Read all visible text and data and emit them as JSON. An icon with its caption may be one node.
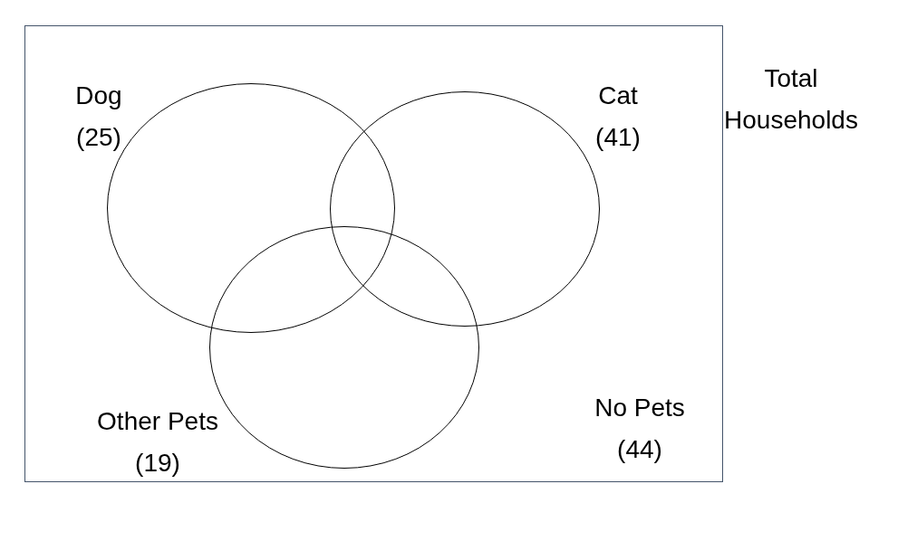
{
  "diagram": {
    "nodes": [
      {
        "text": [
          "Total Households"
        ]
      },
      {
        "text": [
          "Dog (25)"
        ],
        "in": 0
      },
      {
        "text": [
          "Cat (41)"
        ],
        "in": 0
      },
      {
        "text": [
          "Other Pets (19)"
        ],
        "in": 0
      }
    ],
    "labels": [
      "No Pets (44)"
    ]
  }
}
